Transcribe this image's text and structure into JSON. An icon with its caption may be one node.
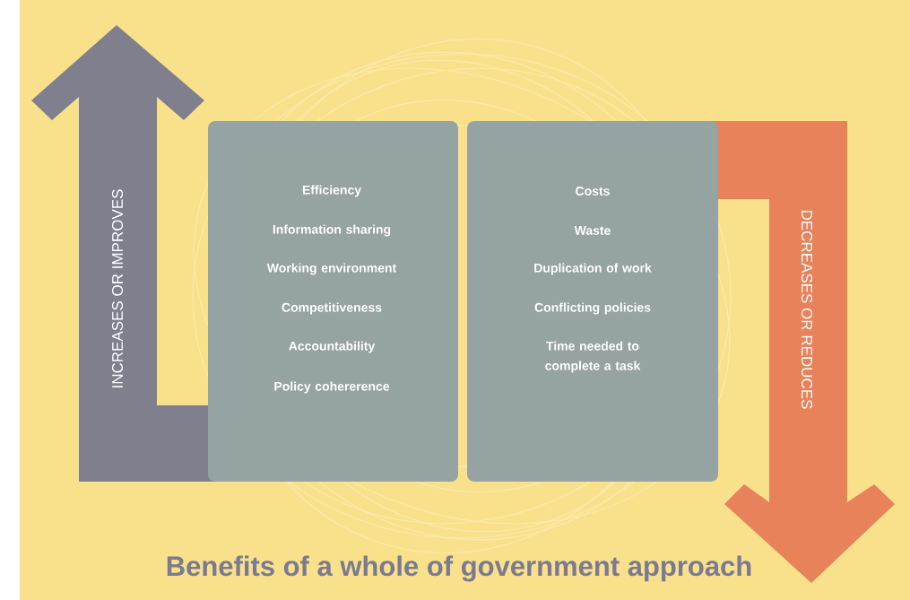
{
  "diagram": {
    "title": "Benefits of a whole of government approach",
    "nodes": [
      {
        "text": [
          "Efficiency",
          "Information sharing",
          "Working environment",
          "Competitiveness",
          "Accountability",
          "Policy cohererence"
        ]
      },
      {
        "text": [
          "Costs",
          "Waste",
          "Duplication of work",
          "Conflicting policies",
          "Time needed to complete a task"
        ]
      }
    ],
    "labels": [
      "INCREASES OR IMPROVES",
      "DECREASES OR REDUCES"
    ]
  }
}
